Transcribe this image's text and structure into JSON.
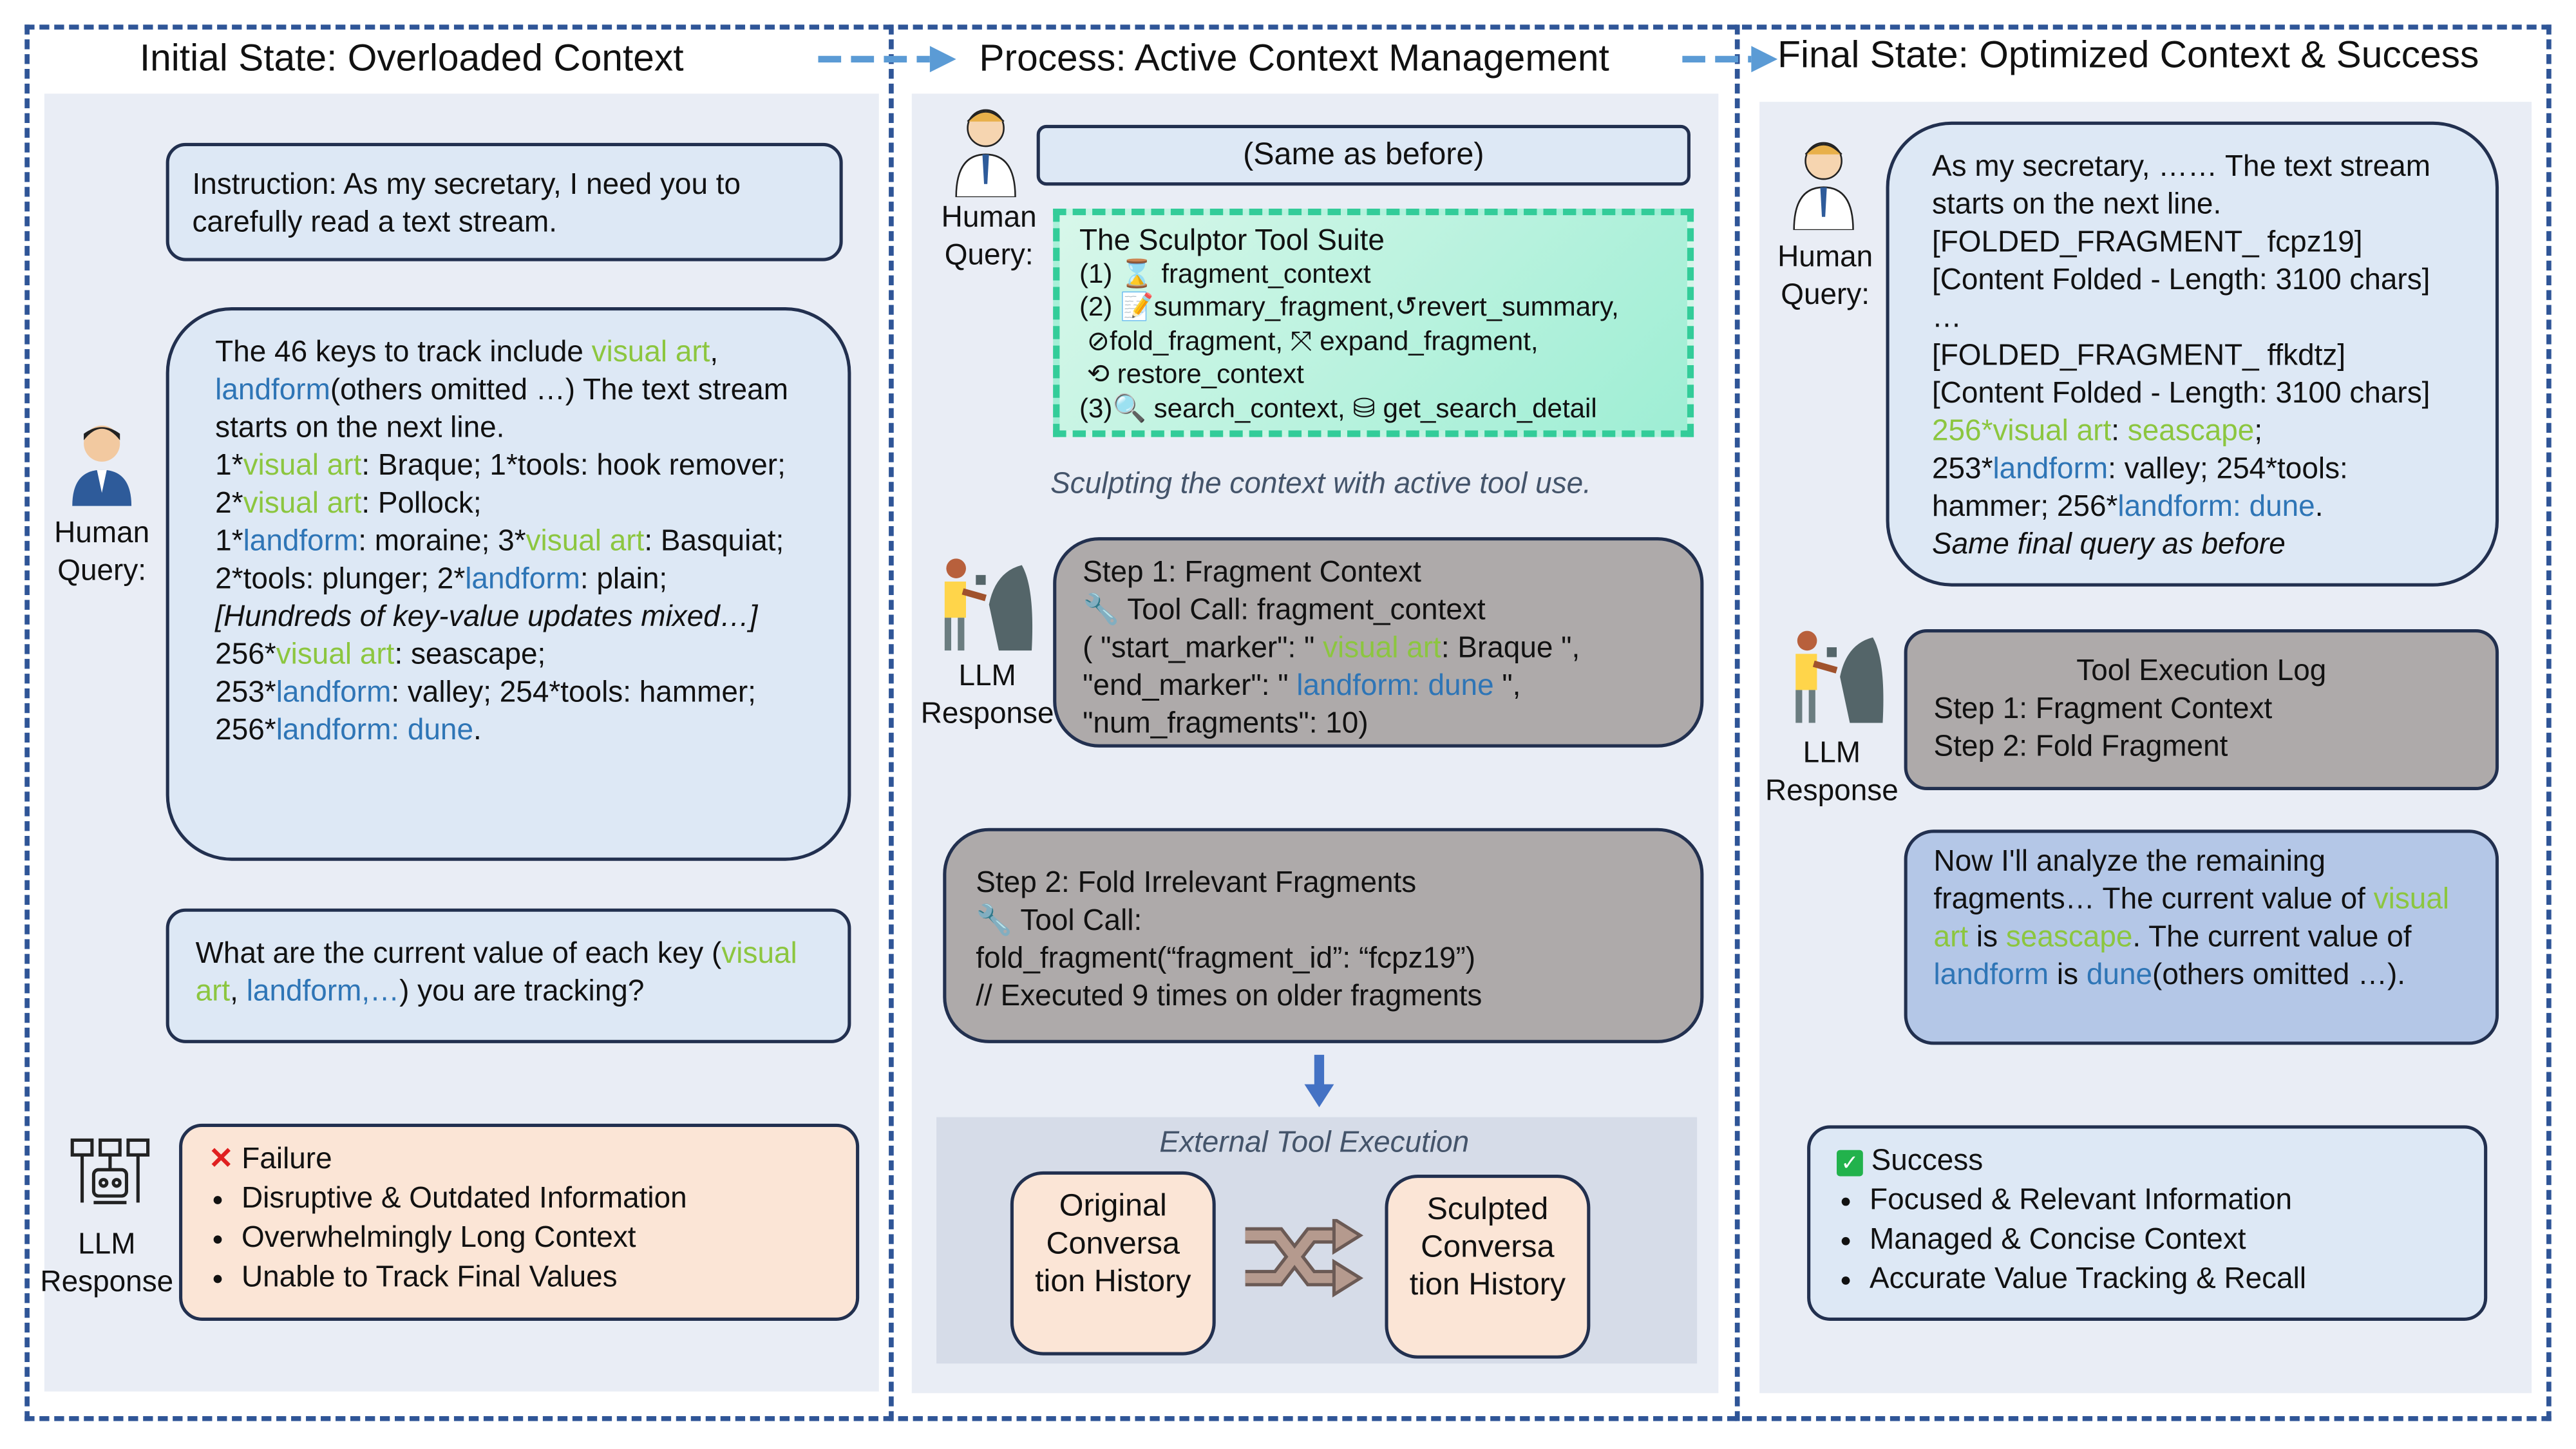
{
  "colors": {
    "key_green": "#8cc63f",
    "key_blue": "#2e75b6",
    "frame": "#2f5597",
    "query_box": "#dde8f5",
    "tool_box": "#aeaaaa",
    "result_box": "#fbe5d6",
    "suite_box": "#b4f0d8"
  },
  "headers": {
    "initial": "Initial State: Overloaded Context",
    "process": "Process: Active Context Management",
    "final": "Final State: Optimized Context & Success"
  },
  "labels": {
    "human_l1": "Human",
    "human_l2": "Query:",
    "llm_l1": "LLM",
    "llm_l2": "Response"
  },
  "initial": {
    "instruction": "Instruction: As my secretary, I need you to carefully read a text stream.",
    "stream": [
      {
        "t": "The 46 keys to track include "
      },
      {
        "t": "visual art",
        "c": "g"
      },
      {
        "t": ", "
      },
      {
        "t": "landform",
        "c": "b"
      },
      {
        "t": "(others omitted …) The text stream starts on the next line."
      },
      {
        "br": true
      },
      {
        "t": "1*"
      },
      {
        "t": "visual art",
        "c": "g"
      },
      {
        "t": ": Braque; 1*tools: hook remover; 2*"
      },
      {
        "t": "visual art",
        "c": "g"
      },
      {
        "t": ": Pollock;"
      },
      {
        "br": true
      },
      {
        "t": "1*"
      },
      {
        "t": "landform",
        "c": "b"
      },
      {
        "t": ": moraine; 3*"
      },
      {
        "t": "visual art",
        "c": "g"
      },
      {
        "t": ": Basquiat; 2*tools: plunger; 2*"
      },
      {
        "t": "landform",
        "c": "b"
      },
      {
        "t": ": plain;"
      },
      {
        "br": true
      },
      {
        "t": "[Hundreds of key-value updates mixed…]",
        "c": "i"
      },
      {
        "br": true
      },
      {
        "t": " 256*"
      },
      {
        "t": "visual art",
        "c": "g"
      },
      {
        "t": ": seascape;"
      },
      {
        "br": true
      },
      {
        "t": "253*"
      },
      {
        "t": "landform",
        "c": "b"
      },
      {
        "t": ": valley; 254*tools: hammer; 256*"
      },
      {
        "t": "landform: dune",
        "c": "b"
      },
      {
        "t": "."
      }
    ],
    "question": [
      {
        "t": "What are the current value of each key ("
      },
      {
        "t": "visual art",
        "c": "g"
      },
      {
        "t": ", "
      },
      {
        "t": "landform,…",
        "c": "b"
      },
      {
        "t": ") you are tracking?"
      }
    ],
    "failure_title": "Failure",
    "failure_items": [
      "Disruptive & Outdated Information",
      "Overwhelmingly Long Context",
      "Unable to Track Final Values"
    ]
  },
  "process": {
    "same": "(Same as before)",
    "suite_title": "The Sculptor Tool Suite",
    "suite": {
      "n1": "(1)",
      "t1": "fragment_context",
      "n2": "(2)",
      "t2": "summary_fragment,",
      "t3": "revert_summary,",
      "t4": "fold_fragment,",
      "t5": "expand_fragment,",
      "t6": "restore_context",
      "n3": "(3)",
      "t7": "search_context,",
      "t8": "get_search_detail"
    },
    "caption": "Sculpting the context with active tool use.",
    "step1": [
      {
        "t": "Step 1: Fragment Context"
      },
      {
        "br": true
      },
      {
        "t": "🔧 Tool Call: fragment_context"
      },
      {
        "br": true
      },
      {
        "t": "( \"start_marker\": \" "
      },
      {
        "t": "visual art",
        "c": "g"
      },
      {
        "t": ": Braque \","
      },
      {
        "br": true
      },
      {
        "t": "\"end_marker\": \" "
      },
      {
        "t": "landform: dune",
        "c": "b"
      },
      {
        "t": " \","
      },
      {
        "br": true
      },
      {
        "t": "\"num_fragments\": 10)"
      }
    ],
    "step2": [
      {
        "t": "Step 2: Fold Irrelevant Fragments"
      },
      {
        "br": true
      },
      {
        "t": "🔧 Tool Call:"
      },
      {
        "br": true
      },
      {
        "t": "fold_fragment(“fragment_id”: “fcpz19”)"
      },
      {
        "br": true
      },
      {
        "t": "// Executed 9 times on older fragments"
      }
    ],
    "external_caption": "External Tool Execution",
    "original": "Original Conversa tion History",
    "sculpted": "Sculpted Conversa tion History"
  },
  "final": {
    "stream": [
      {
        "t": "As my secretary, …… The text stream starts on the next line."
      },
      {
        "br": true
      },
      {
        "t": "[FOLDED_FRAGMENT_ fcpz19]"
      },
      {
        "br": true
      },
      {
        "t": "[Content Folded - Length: 3100 chars]"
      },
      {
        "br": true
      },
      {
        "t": " …"
      },
      {
        "br": true
      },
      {
        "t": "[FOLDED_FRAGMENT_ ffkdtz]"
      },
      {
        "br": true
      },
      {
        "t": "[Content Folded - Length: 3100 chars]"
      },
      {
        "br": true
      },
      {
        "t": "256*visual art",
        "c": "g"
      },
      {
        "t": ": "
      },
      {
        "t": "seascape",
        "c": "g"
      },
      {
        "t": ";"
      },
      {
        "br": true
      },
      {
        "t": "253*"
      },
      {
        "t": "landform",
        "c": "b"
      },
      {
        "t": ": valley; 254*tools: hammer; 256*"
      },
      {
        "t": "landform: dune",
        "c": "b"
      },
      {
        "t": "."
      },
      {
        "br": true
      },
      {
        "t": "Same final query as before",
        "c": "i"
      }
    ],
    "log_title": "Tool Execution Log",
    "log_items": [
      "Step 1: Fragment Context",
      "Step 2: Fold Fragment"
    ],
    "analysis": [
      {
        "t": "Now I'll analyze the remaining fragments… The current value of "
      },
      {
        "t": "visual art",
        "c": "g"
      },
      {
        "t": " is "
      },
      {
        "t": "seascape",
        "c": "g"
      },
      {
        "t": ". The current value of "
      },
      {
        "t": "landform",
        "c": "b"
      },
      {
        "t": " is "
      },
      {
        "t": "dune",
        "c": "b"
      },
      {
        "t": "(others omitted …)."
      }
    ],
    "success_title": "Success",
    "success_items": [
      "Focused & Relevant Information",
      "Managed & Concise Context",
      "Accurate Value Tracking & Recall"
    ]
  }
}
